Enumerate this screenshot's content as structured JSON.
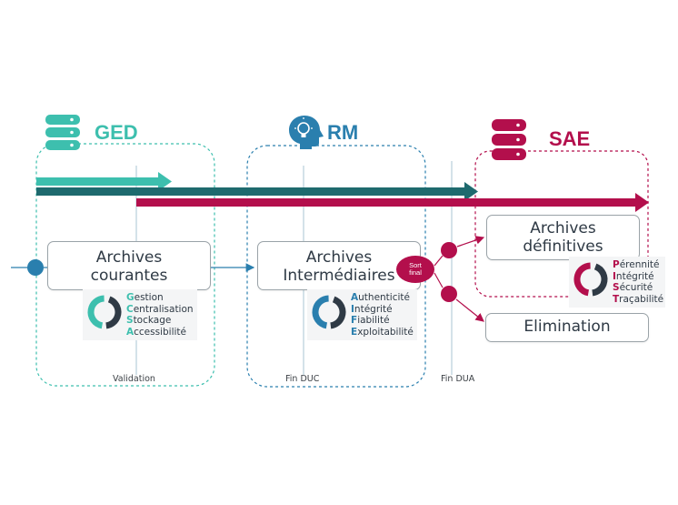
{
  "colors": {
    "teal": "#3dbfae",
    "dark_teal": "#1e6a6e",
    "crimson": "#b30f4c",
    "blue": "#2a7fae",
    "text": "#2f3a45"
  },
  "zones": {
    "ged": {
      "title": "GED",
      "icon": "database-icon"
    },
    "rm": {
      "title": "RM",
      "icon": "head-lightbulb-icon"
    },
    "sae": {
      "title": "SAE",
      "icon": "database-icon"
    }
  },
  "boxes": {
    "courantes": {
      "line1": "Archives",
      "line2": "courantes"
    },
    "intermediaires": {
      "line1": "Archives",
      "line2": "Intermédiaires"
    },
    "definitives": {
      "line1": "Archives",
      "line2": "définitives"
    },
    "elimination": {
      "label": "Elimination"
    }
  },
  "pillars": {
    "courantes": [
      {
        "initial": "G",
        "rest": "estion"
      },
      {
        "initial": "C",
        "rest": "entralisation"
      },
      {
        "initial": "S",
        "rest": "tockage"
      },
      {
        "initial": "A",
        "rest": "ccessibilité"
      }
    ],
    "intermediaires": [
      {
        "initial": "A",
        "rest": "uthenticité"
      },
      {
        "initial": "I",
        "rest": "ntégrité"
      },
      {
        "initial": "F",
        "rest": "iabilité"
      },
      {
        "initial": "E",
        "rest": "xploitabilité"
      }
    ],
    "definitives": [
      {
        "initial": "P",
        "rest": "érennité"
      },
      {
        "initial": "I",
        "rest": "ntégrité"
      },
      {
        "initial": "S",
        "rest": "écurité"
      },
      {
        "initial": "T",
        "rest": "raçabilité"
      }
    ]
  },
  "milestones": {
    "validation": "Validation",
    "fin_duc": "Fin DUC",
    "fin_dua": "Fin DUA"
  },
  "sort_final": {
    "line1": "Sort",
    "line2": "final"
  }
}
